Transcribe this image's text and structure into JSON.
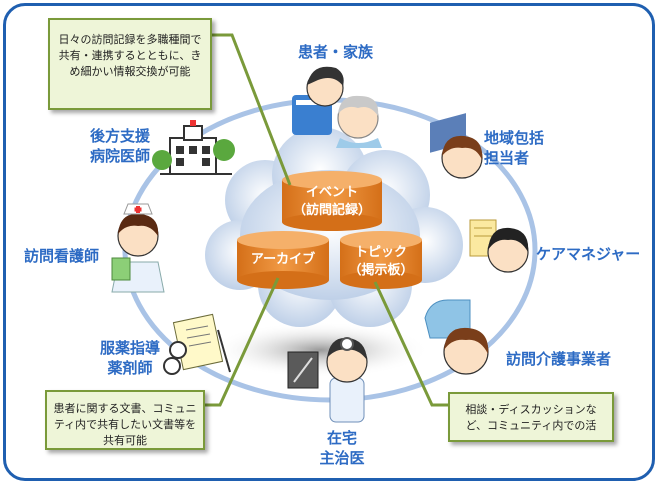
{
  "roles": {
    "patient_family": "患者・家族",
    "community_support": "地域包括\n担当者",
    "care_manager": "ケアマネジャー",
    "home_care_provider": "訪問介護事業者",
    "home_doctor": "在宅\n主治医",
    "pharmacist": "服薬指導\n薬剤師",
    "visiting_nurse": "訪問看護師",
    "backup_hospital": "後方支援\n病院医師"
  },
  "archives": {
    "event": "イベント\n（訪問記録）",
    "archive": "アーカイブ",
    "topic": "トピック\n（掲示板）"
  },
  "notes": {
    "top_left": "日々の訪問記録を多職種間で共有・連携するとともに、きめ細かい情報交換が可能",
    "bottom_left": "患者に関する文書、コミュニティ内で共有したい文書等を共有可能",
    "bottom_right": "相談・ディスカッションなど、コミュニティ内での活"
  },
  "colors": {
    "frame": "#1f5fb0",
    "role_text": "#2d6bc4",
    "ring": "#a9c3e6",
    "cylinder": "#e8862e",
    "note_bg": "#eef5d8",
    "note_border": "#7a9a3a"
  }
}
